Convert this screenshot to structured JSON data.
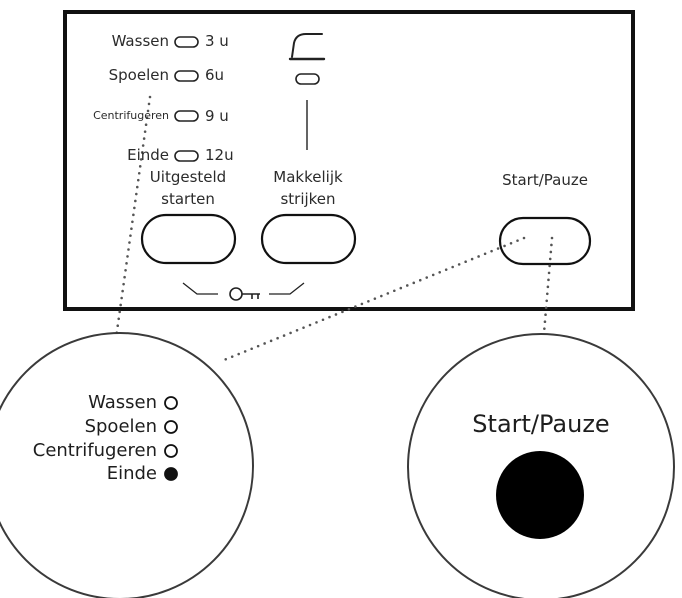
{
  "panel": {
    "delay_leds": [
      {
        "stage": "Wassen",
        "hours": "3 u"
      },
      {
        "stage": "Spoelen",
        "hours": "6u"
      },
      {
        "stage": "Centrifugeren",
        "hours": "9 u"
      },
      {
        "stage": "Einde",
        "hours": "12u"
      }
    ],
    "buttons": {
      "delay_start": {
        "line1": "Uitgesteld",
        "line2": "starten"
      },
      "easy_iron": {
        "line1": "Makkelijk",
        "line2": "strijken"
      },
      "start_pause": {
        "label": "Start/Pauze"
      }
    },
    "icons": [
      "iron-icon",
      "key-icon"
    ]
  },
  "zoom_left": {
    "items": [
      {
        "label": "Wassen",
        "state": "off"
      },
      {
        "label": "Spoelen",
        "state": "off"
      },
      {
        "label": "Centrifugeren",
        "state": "off"
      },
      {
        "label": "Einde",
        "state": "on"
      }
    ]
  },
  "zoom_right": {
    "label": "Start/Pauze",
    "indicator_state": "on"
  },
  "colors": {
    "stroke": "#111111",
    "text": "#2b2b2b",
    "led_on": "#111111",
    "dots": "#555555"
  }
}
